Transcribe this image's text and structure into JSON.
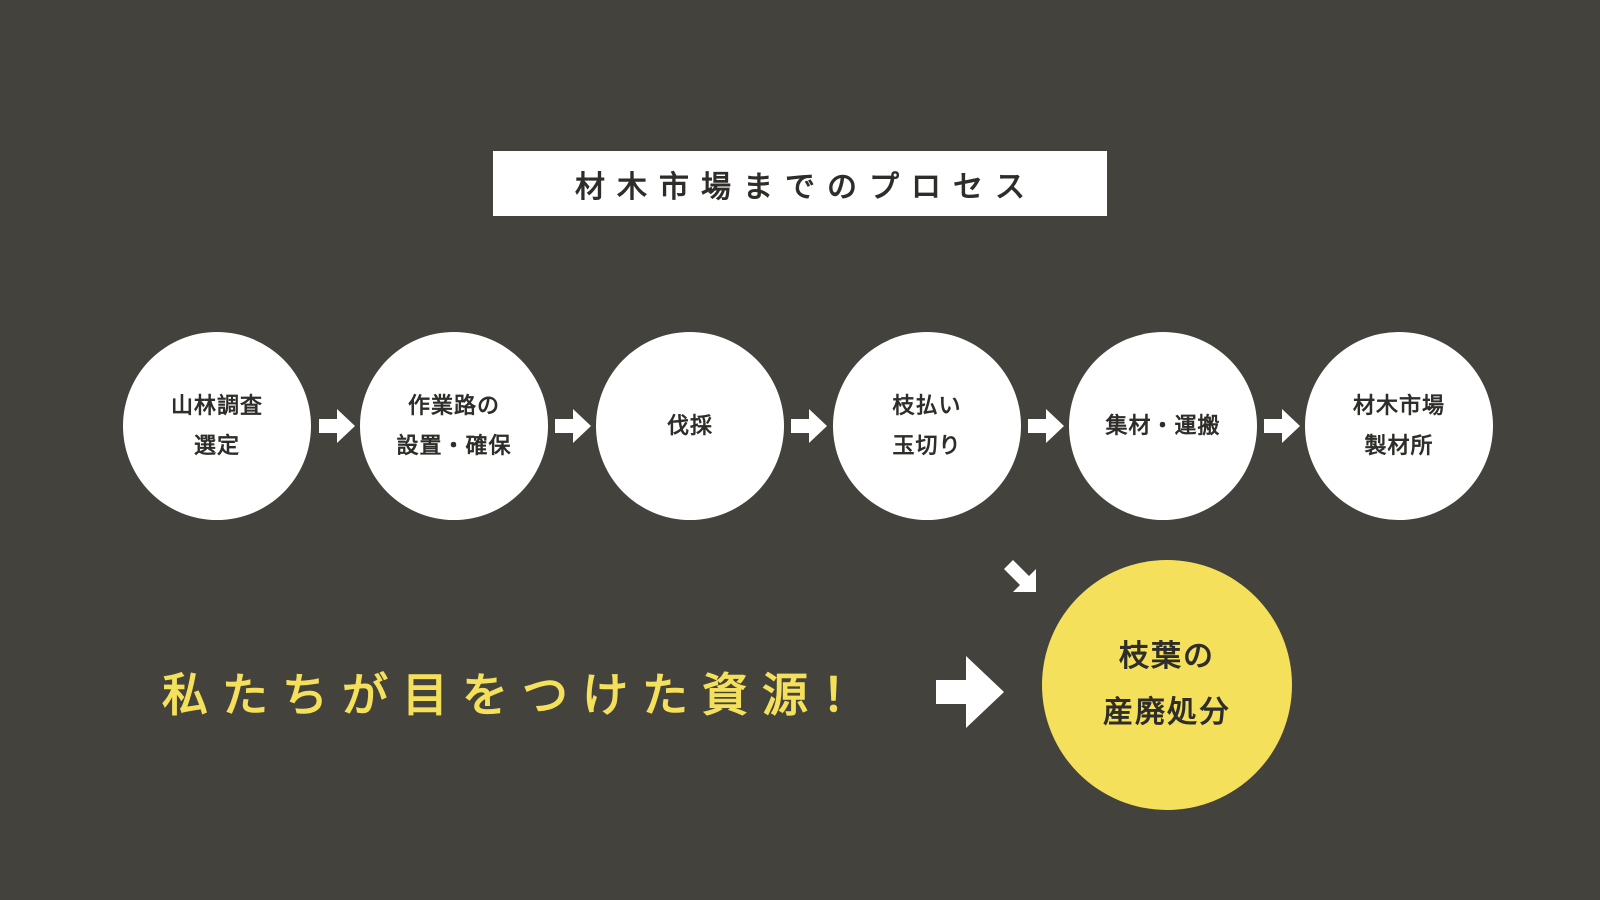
{
  "title": "材木市場までのプロセス",
  "steps": [
    {
      "line1": "山林調査",
      "line2": "選定"
    },
    {
      "line1": "作業路の",
      "line2": "設置・確保"
    },
    {
      "line1": "伐採",
      "line2": ""
    },
    {
      "line1": "枝払い",
      "line2": "玉切り"
    },
    {
      "line1": "集材・運搬",
      "line2": ""
    },
    {
      "line1": "材木市場",
      "line2": "製材所"
    }
  ],
  "highlight": {
    "line1": "枝葉の",
    "line2": "産廃処分"
  },
  "tagline": "私たちが目をつけた資源！",
  "colors": {
    "background": "#43423d",
    "accent": "#f5e05b",
    "circle": "#ffffff",
    "text_dark": "#2e2d29"
  },
  "icons": [
    "arrow-right-icon",
    "arrow-down-right-icon",
    "big-arrow-right-icon"
  ]
}
